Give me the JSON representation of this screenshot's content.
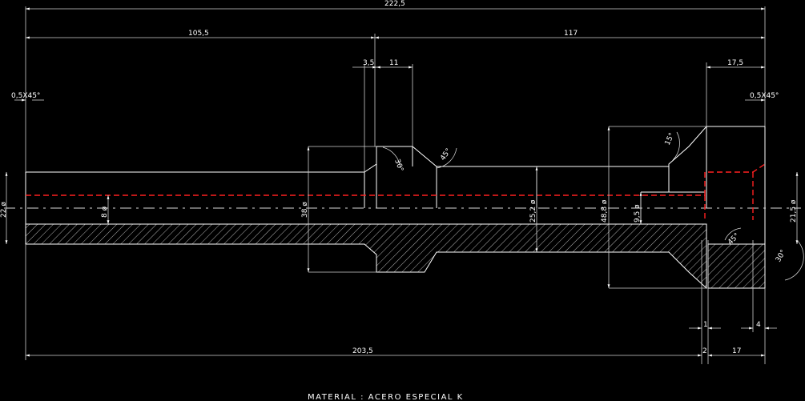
{
  "drawing": {
    "material_note": "MATERIAL : ACERO ESPECIAL K",
    "dimensions": {
      "overall_length": "222,5",
      "left_section": "105,5",
      "right_section": "117",
      "collar_gap": "3,5",
      "collar_width": "11",
      "head_length": "17,5",
      "chamfer_left": "0,5X45°",
      "chamfer_right": "0,5X45°",
      "dia_22": "22 ø",
      "dia_8": "8 ø",
      "dia_38": "38 ø",
      "dia_25_2": "25,2 ø",
      "dia_48_8": "48,8 ø",
      "dia_9_5": "9,5 ø",
      "dia_21_5": "21,5 ø",
      "angle_30_a": "30°",
      "angle_45_a": "45°",
      "angle_15": "15°",
      "angle_45_b": "45°",
      "angle_30_b": "30°",
      "gap_1": "1",
      "gap_4": "4",
      "bottom_length": "203,5",
      "gap_2": "2",
      "end_17": "17"
    }
  }
}
